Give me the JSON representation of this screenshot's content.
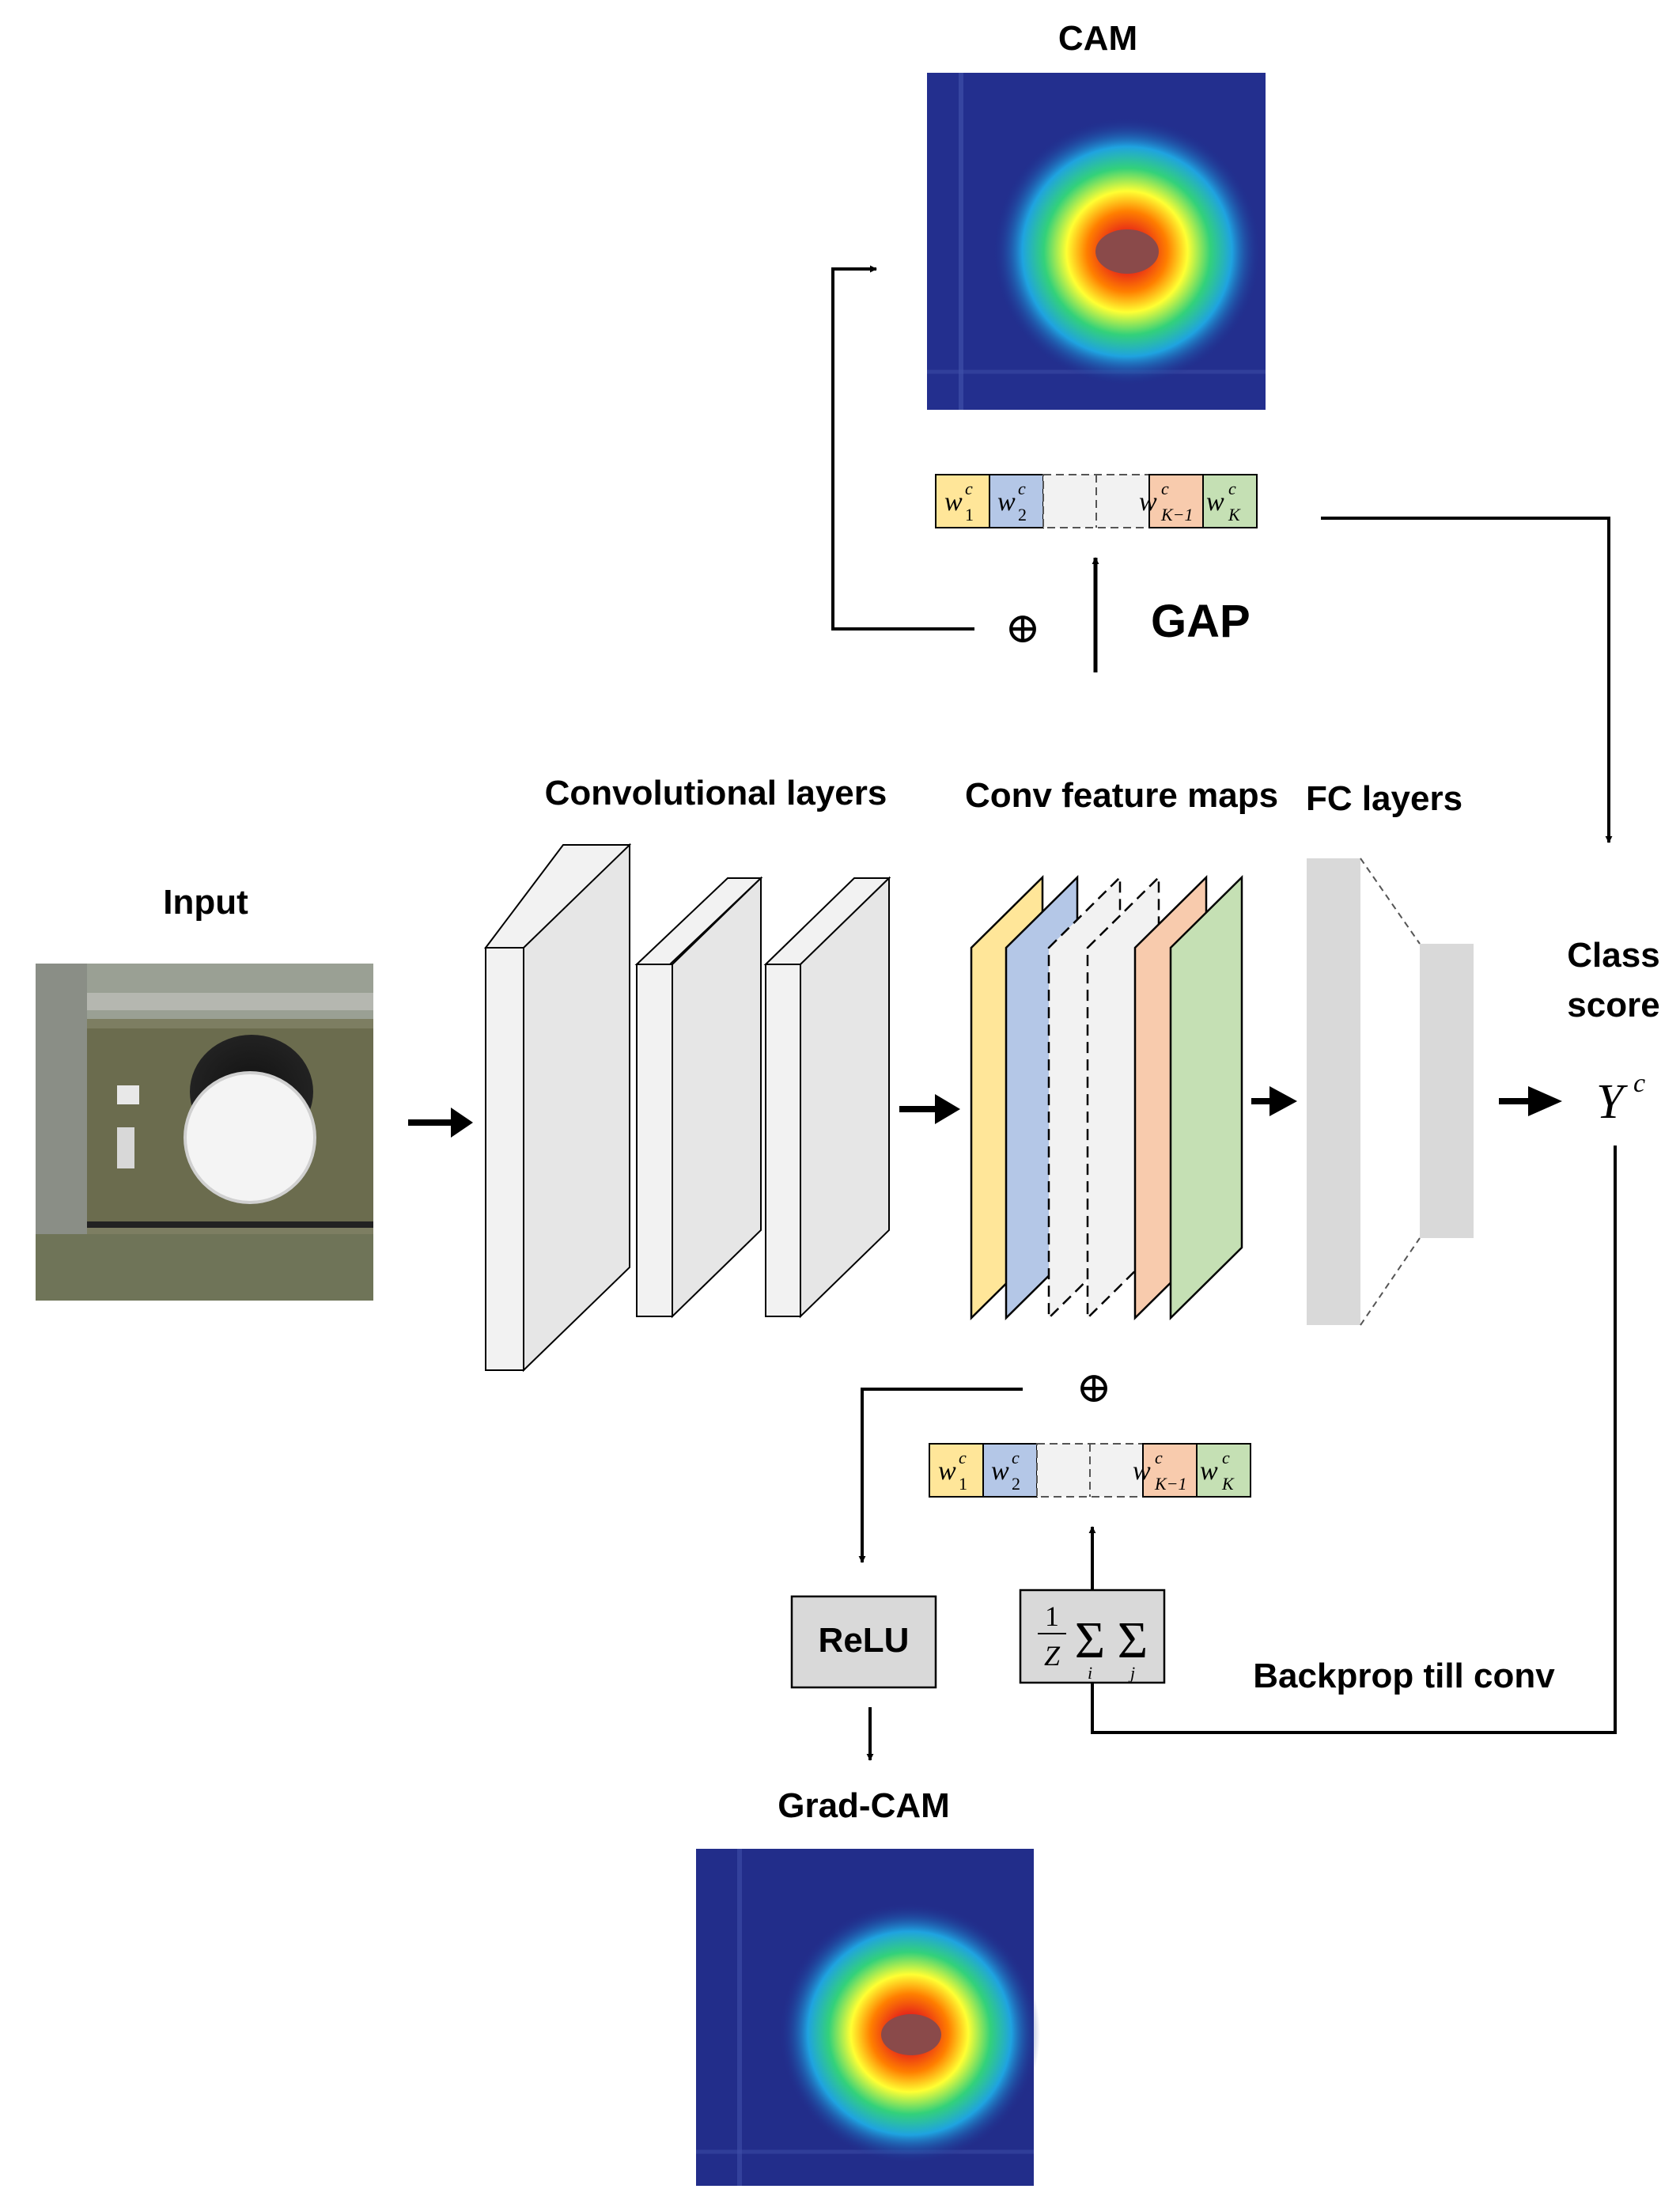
{
  "labels": {
    "cam": "CAM",
    "gap": "GAP",
    "input": "Input",
    "conv_layers": "Convolutional layers",
    "conv_feature_maps": "Conv feature maps",
    "fc_layers": "FC layers",
    "class_score_line1": "Class",
    "class_score_line2": "score",
    "relu": "ReLU",
    "backprop": "Backprop till conv",
    "grad_cam": "Grad-CAM"
  },
  "math": {
    "class_score_symbol": "Y",
    "class_score_sup": "c",
    "oplus": "⊕",
    "weights": [
      {
        "base": "w",
        "sup": "c",
        "sub": "1"
      },
      {
        "base": "w",
        "sup": "c",
        "sub": "2"
      },
      {
        "base": "w",
        "sup": "c",
        "sub": "K−1"
      },
      {
        "base": "w",
        "sup": "c",
        "sub": "K"
      }
    ],
    "norm_numerator": "1",
    "norm_denominator": "Z",
    "sum_symbol": "Σ",
    "sum_index_1": "i",
    "sum_index_2": "j"
  },
  "colors": {
    "map_yellow": "#FFE699",
    "map_blue": "#B4C7E7",
    "map_light": "#F2F2F2",
    "map_orange": "#F8CBAD",
    "map_green": "#C5E0B4",
    "layer_face": "#E6E6E6",
    "layer_front": "#F2F2F2",
    "fc_gray": "#D9D9D9",
    "box_gray": "#D9D9D9",
    "heat_blue": "#1F2A8C"
  }
}
